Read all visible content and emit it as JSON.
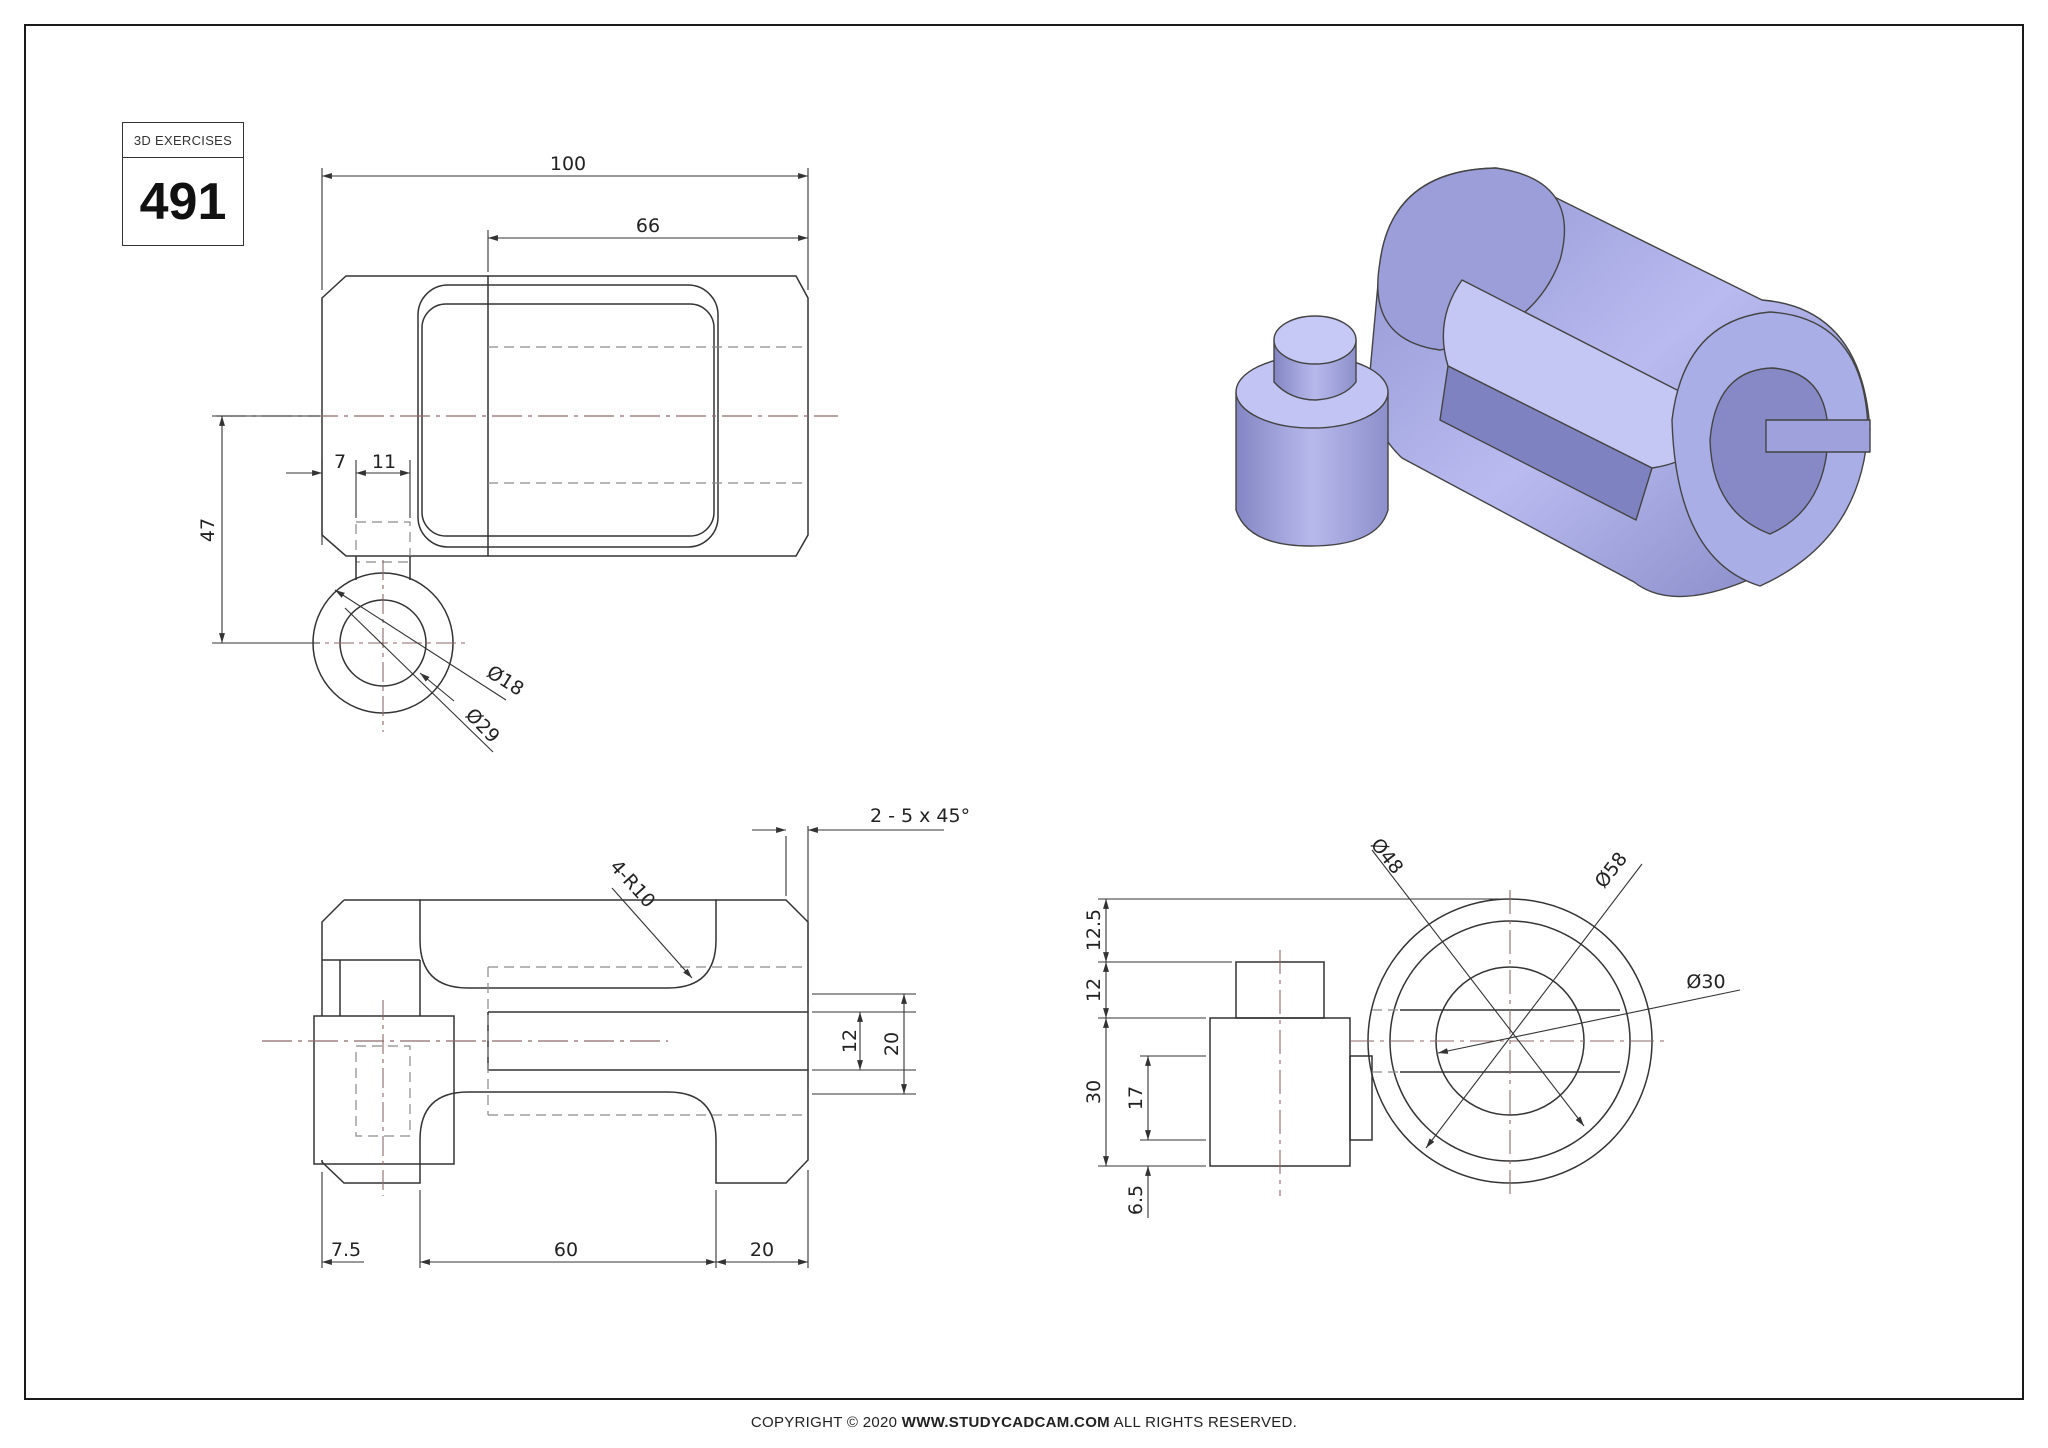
{
  "badge": {
    "category": "3D EXERCISES",
    "number": "491"
  },
  "dimensions": {
    "overall_length": "100",
    "slot_length_top": "66",
    "boss_offset": "7",
    "boss_width": "11",
    "boss_center_height": "47",
    "boss_inner_dia": "Ø18",
    "boss_outer_dia": "Ø29",
    "chamfer": "2 - 5 x 45°",
    "fillet": "4-R10",
    "slot_width": "12",
    "body_band": "20",
    "left_offset": "7.5",
    "slot_length": "60",
    "end_length": "20",
    "top_gap": "12.5",
    "pin_height": "12",
    "boss_height": "30",
    "boss_inner_height": "17",
    "bottom_gap": "6.5",
    "bore_dia": "Ø48",
    "outer_dia": "Ø58",
    "inner_dia": "Ø30"
  },
  "footer": {
    "copyright": "COPYRIGHT © 2020",
    "site": "WWW.STUDYCADCAM.COM",
    "rights": "ALL RIGHTS RESERVED."
  },
  "colors": {
    "line": "#333333",
    "hidden_line": "#8a8a8a",
    "center_line": "#8c6a6a",
    "model_face": "#b9bbf0",
    "model_side": "#8f92cf",
    "model_dark": "#6e70ab"
  }
}
